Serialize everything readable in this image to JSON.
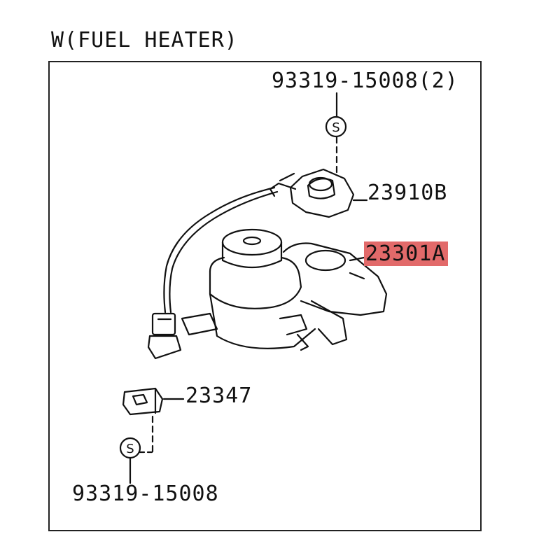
{
  "diagram": {
    "title": "W(FUEL HEATER)",
    "parts": {
      "bolt_top": "93319-15008(2)",
      "sensor": "23910B",
      "filter_housing": "23301A",
      "clamp": "23347",
      "bolt_bottom": "93319-15008"
    },
    "symbol_screw": "S",
    "highlight_color": "#e26a6a"
  }
}
